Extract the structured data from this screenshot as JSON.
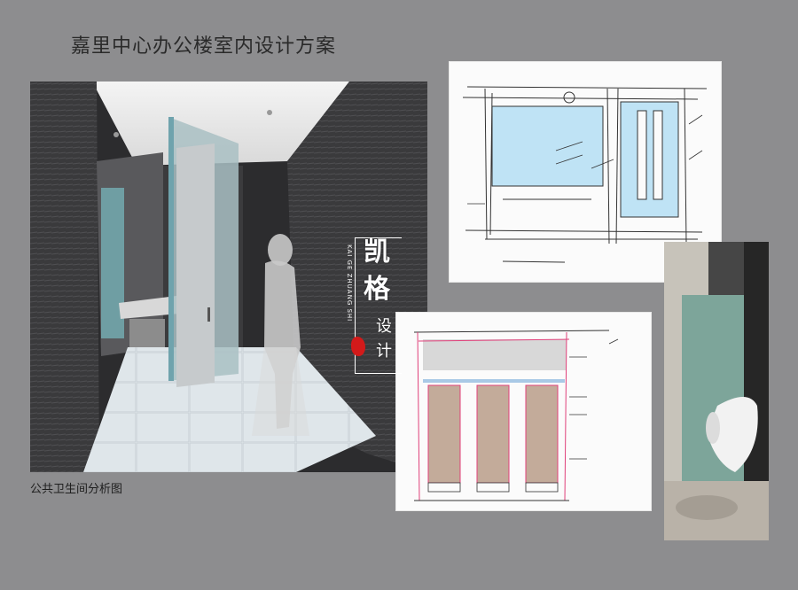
{
  "title": "嘉里中心办公楼室内设计方案",
  "caption": "公共卫生间分析图",
  "watermark": {
    "char1": "凯",
    "char2": "格",
    "char3": "设",
    "char4": "计",
    "vertical_text": "KAI GE ZHUANG SHI"
  },
  "colors": {
    "background": "#8d8d8f",
    "stamp": "#d21a1a",
    "sketch_blue": "#bfe3f5",
    "sketch_pink": "#e0407a"
  }
}
